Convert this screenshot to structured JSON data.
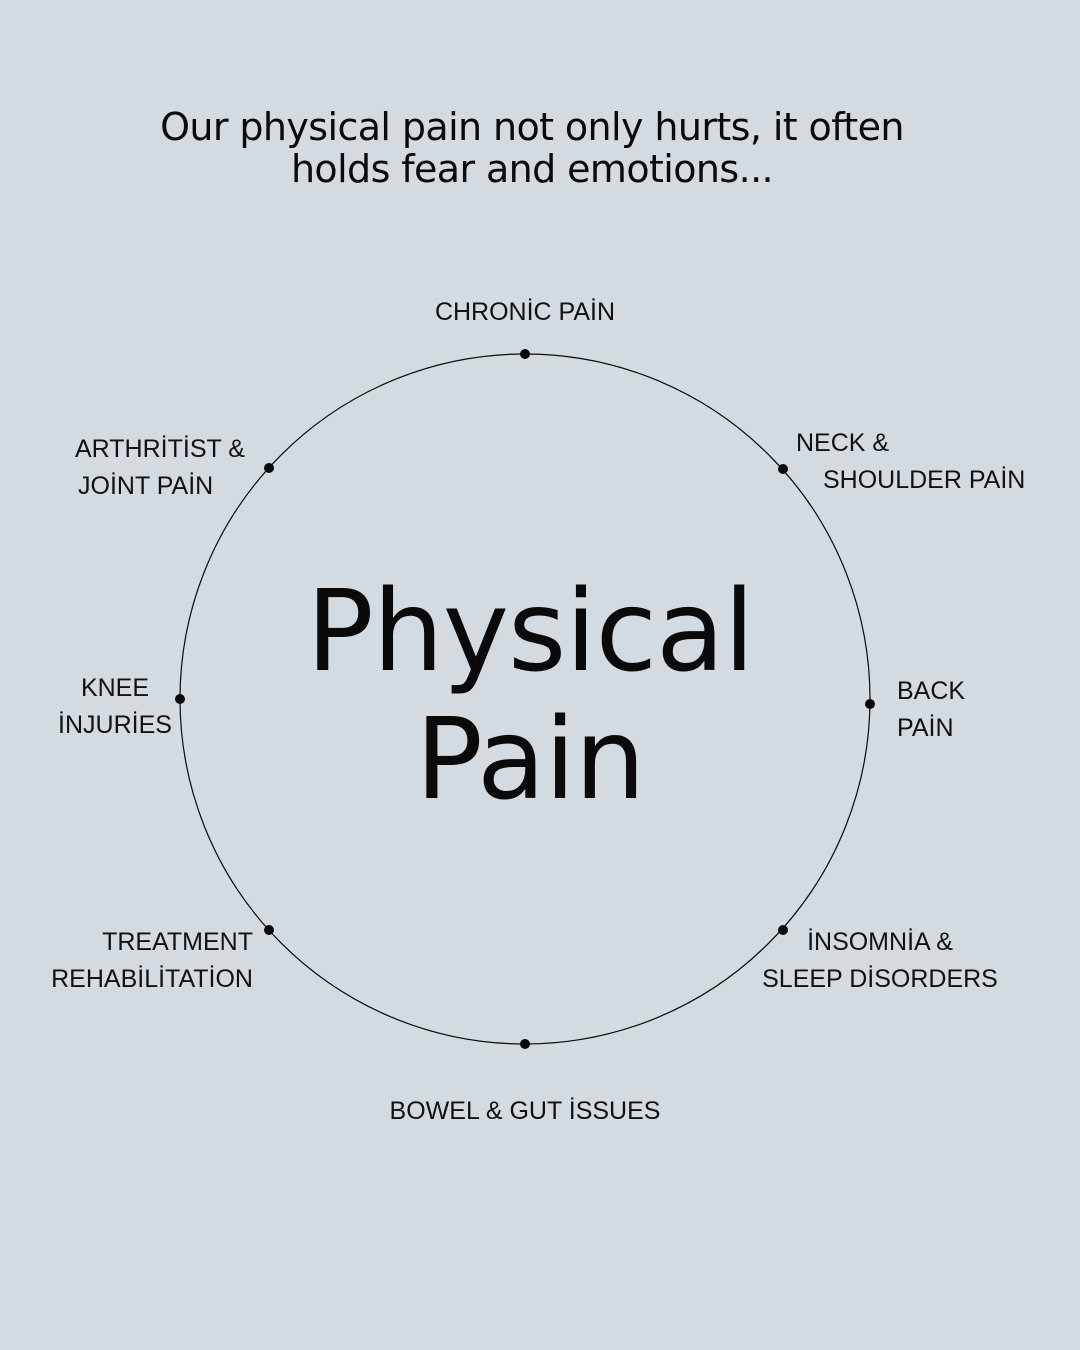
{
  "header": {
    "line1": "Our physical pain not only hurts, it often",
    "line2": "holds fear and emotions..."
  },
  "center": {
    "line1": "Physical",
    "line2": "Pain"
  },
  "nodes": [
    {
      "id": "chronic-pain",
      "lines": [
        "CHRONİC PAİN"
      ]
    },
    {
      "id": "neck-shoulder-pain",
      "lines": [
        "NECK &",
        "SHOULDER PAİN"
      ]
    },
    {
      "id": "back-pain",
      "lines": [
        "BACK",
        "PAİN"
      ]
    },
    {
      "id": "insomnia-sleep",
      "lines": [
        "İNSOMNİA &",
        "SLEEP DİSORDERS"
      ]
    },
    {
      "id": "bowel-gut",
      "lines": [
        "BOWEL & GUT İSSUES"
      ]
    },
    {
      "id": "treatment-rehab",
      "lines": [
        "TREATMENT",
        "REHABİLİTATİON"
      ]
    },
    {
      "id": "knee-injuries",
      "lines": [
        "KNEE",
        "İNJURİES"
      ]
    },
    {
      "id": "arthritis-joint",
      "lines": [
        "ARTHRİTİST &",
        "JOİNT PAİN"
      ]
    }
  ],
  "colors": {
    "background": "#d3dbe0",
    "ink": "#0a0a0a"
  }
}
